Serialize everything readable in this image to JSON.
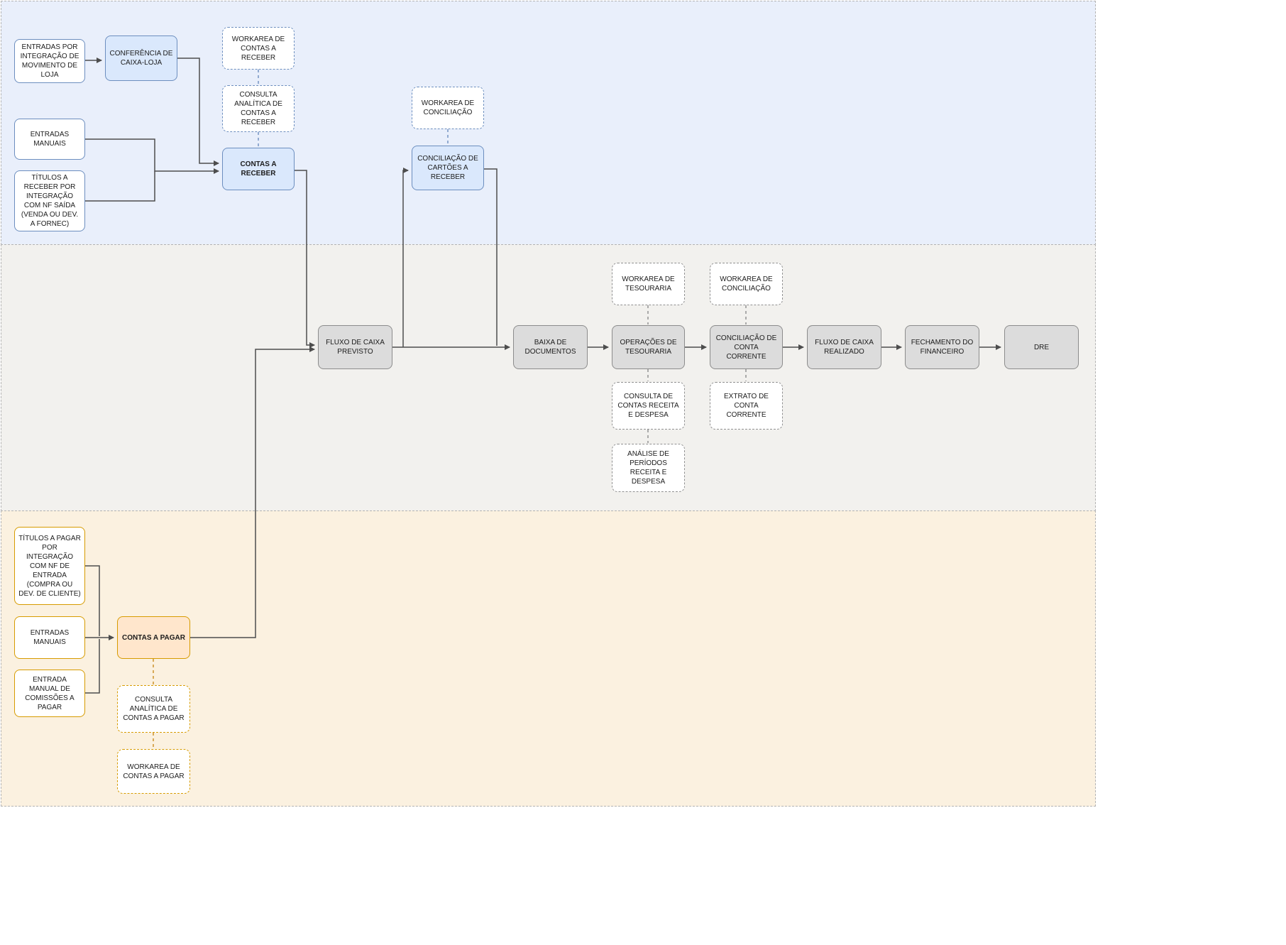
{
  "diagram": {
    "type": "flowchart",
    "bands": [
      {
        "id": "contas-a-receber-band",
        "theme_fill": "#e9effb",
        "node_accent": "#6c8ebf"
      },
      {
        "id": "tesouraria-band",
        "theme_fill": "#f2f1ee",
        "node_accent": "#8c8c8c"
      },
      {
        "id": "contas-a-pagar-band",
        "theme_fill": "#fbf1e0",
        "node_accent": "#d79b00"
      }
    ]
  },
  "nodes": {
    "entradas_integracao_loja": "ENTRADAS POR INTEGRAÇÃO DE MOVIMENTO DE LOJA",
    "conferencia_caixa_loja": "CONFERÊNCIA DE CAIXA-LOJA",
    "workarea_contas_receber": "WORKAREA DE CONTAS A RECEBER",
    "consulta_analitica_receber": "CONSULTA ANALÍTICA DE CONTAS A RECEBER",
    "entradas_manuais_receber": "ENTRADAS MANUAIS",
    "titulos_receber": "TÍTULOS A RECEBER POR INTEGRAÇÃO COM NF SAÍDA (VENDA OU DEV. A FORNEC)",
    "contas_a_receber": "CONTAS A RECEBER",
    "workarea_conciliacao_cartoes": "WORKAREA DE CONCILIAÇÃO",
    "conciliacao_cartoes": "CONCILIAÇÃO DE CARTÕES A RECEBER",
    "workarea_tesouraria": "WORKAREA DE TESOURARIA",
    "workarea_conciliacao_conta": "WORKAREA DE CONCILIAÇÃO",
    "fluxo_caixa_previsto": "FLUXO DE CAIXA PREVISTO",
    "baixa_documentos": "BAIXA DE DOCUMENTOS",
    "operacoes_tesouraria": "OPERAÇÕES DE TESOURARIA",
    "conciliacao_conta_corrente": "CONCILIAÇÃO DE CONTA CORRENTE",
    "fluxo_caixa_realizado": "FLUXO DE CAIXA REALIZADO",
    "fechamento_financeiro": "FECHAMENTO DO FINANCEIRO",
    "dre": "DRE",
    "consulta_receita_despesa": "CONSULTA DE CONTAS RECEITA E DESPESA",
    "extrato_conta_corrente": "EXTRATO DE CONTA CORRENTE",
    "analise_periodos": "ANÁLISE DE PERÍODOS RECEITA E DESPESA",
    "titulos_pagar": "TÍTULOS A PAGAR POR INTEGRAÇÃO COM NF DE ENTRADA (COMPRA OU DEV. DE CLIENTE)",
    "entradas_manuais_pagar": "ENTRADAS MANUAIS",
    "entrada_comissoes_pagar": "ENTRADA MANUAL DE COMISSÕES A PAGAR",
    "contas_a_pagar": "CONTAS A PAGAR",
    "consulta_analitica_pagar": "CONSULTA ANALÍTICA DE CONTAS A PAGAR",
    "workarea_contas_pagar": "WORKAREA DE CONTAS A PAGAR"
  },
  "colors": {
    "blue_fill": "#dae8fc",
    "blue_border": "#6c8ebf",
    "blue_band": "#e9effb",
    "gray_fill": "#dcdcdc",
    "gray_border": "#8c8c8c",
    "gray_band": "#f2f1ee",
    "orange_fill": "#ffe6cc",
    "orange_border": "#d79b00",
    "orange_band": "#fbf1e0",
    "connector": "#4d4d4d"
  },
  "edges": [
    {
      "from": "entradas_integracao_loja",
      "to": "conferencia_caixa_loja",
      "style": "solid-arrow"
    },
    {
      "from": "conferencia_caixa_loja",
      "to": "contas_a_receber",
      "style": "solid-arrow"
    },
    {
      "from": "entradas_manuais_receber",
      "to": "contas_a_receber",
      "style": "solid-arrow"
    },
    {
      "from": "titulos_receber",
      "to": "contas_a_receber",
      "style": "solid-arrow"
    },
    {
      "from": "contas_a_receber",
      "to": "fluxo_caixa_previsto",
      "style": "solid-arrow"
    },
    {
      "from": "fluxo_caixa_previsto",
      "to": "conciliacao_cartoes",
      "style": "solid-arrow"
    },
    {
      "from": "conciliacao_cartoes",
      "to": "baixa_documentos",
      "style": "solid-arrow"
    },
    {
      "from": "fluxo_caixa_previsto",
      "to": "baixa_documentos",
      "style": "solid-arrow"
    },
    {
      "from": "baixa_documentos",
      "to": "operacoes_tesouraria",
      "style": "solid-arrow"
    },
    {
      "from": "operacoes_tesouraria",
      "to": "conciliacao_conta_corrente",
      "style": "solid-arrow"
    },
    {
      "from": "conciliacao_conta_corrente",
      "to": "fluxo_caixa_realizado",
      "style": "solid-arrow"
    },
    {
      "from": "fluxo_caixa_realizado",
      "to": "fechamento_financeiro",
      "style": "solid-arrow"
    },
    {
      "from": "fechamento_financeiro",
      "to": "dre",
      "style": "solid-arrow"
    },
    {
      "from": "titulos_pagar",
      "to": "contas_a_pagar",
      "style": "solid-arrow"
    },
    {
      "from": "entradas_manuais_pagar",
      "to": "contas_a_pagar",
      "style": "solid-arrow"
    },
    {
      "from": "entrada_comissoes_pagar",
      "to": "contas_a_pagar",
      "style": "solid-arrow"
    },
    {
      "from": "contas_a_pagar",
      "to": "fluxo_caixa_previsto",
      "style": "solid-arrow"
    },
    {
      "from": "workarea_contas_receber",
      "to": "consulta_analitica_receber",
      "style": "dashed"
    },
    {
      "from": "consulta_analitica_receber",
      "to": "contas_a_receber",
      "style": "dashed"
    },
    {
      "from": "workarea_conciliacao_cartoes",
      "to": "conciliacao_cartoes",
      "style": "dashed"
    },
    {
      "from": "workarea_tesouraria",
      "to": "operacoes_tesouraria",
      "style": "dashed"
    },
    {
      "from": "operacoes_tesouraria",
      "to": "consulta_receita_despesa",
      "style": "dashed"
    },
    {
      "from": "consulta_receita_despesa",
      "to": "analise_periodos",
      "style": "dashed"
    },
    {
      "from": "workarea_conciliacao_conta",
      "to": "conciliacao_conta_corrente",
      "style": "dashed"
    },
    {
      "from": "conciliacao_conta_corrente",
      "to": "extrato_conta_corrente",
      "style": "dashed"
    },
    {
      "from": "contas_a_pagar",
      "to": "consulta_analitica_pagar",
      "style": "dashed"
    },
    {
      "from": "consulta_analitica_pagar",
      "to": "workarea_contas_pagar",
      "style": "dashed"
    }
  ]
}
